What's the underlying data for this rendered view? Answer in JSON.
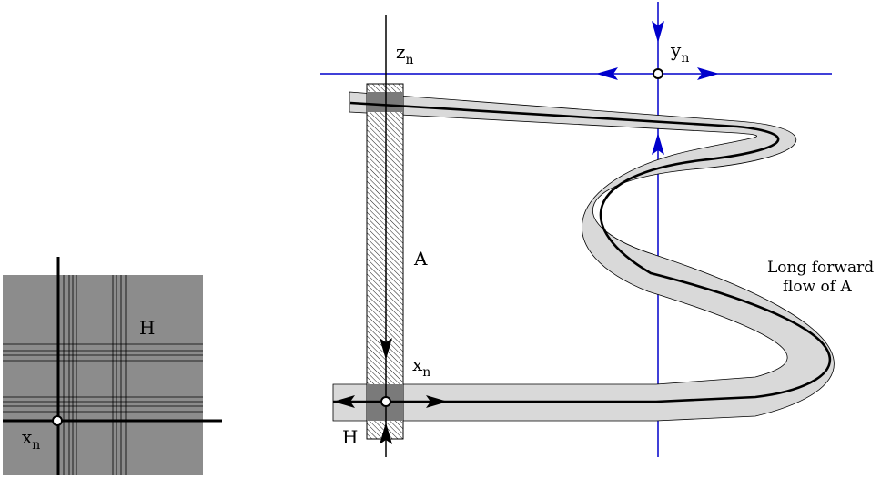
{
  "labels": {
    "zn": "z",
    "zn_sub": "n",
    "yn": "y",
    "yn_sub": "n",
    "xn_right": "x",
    "xn_right_sub": "n",
    "xn_left": "x",
    "xn_left_sub": "n",
    "A": "A",
    "H_left": "H",
    "H_right": "H",
    "flow_line1": "Long forward",
    "flow_line2": "flow of A"
  },
  "colors": {
    "blue": "#0000cc",
    "square_gray": "#8c8c8c",
    "band_gray": "#d9d9d9",
    "dark_gray": "#7a7a7a",
    "black": "#000000"
  }
}
